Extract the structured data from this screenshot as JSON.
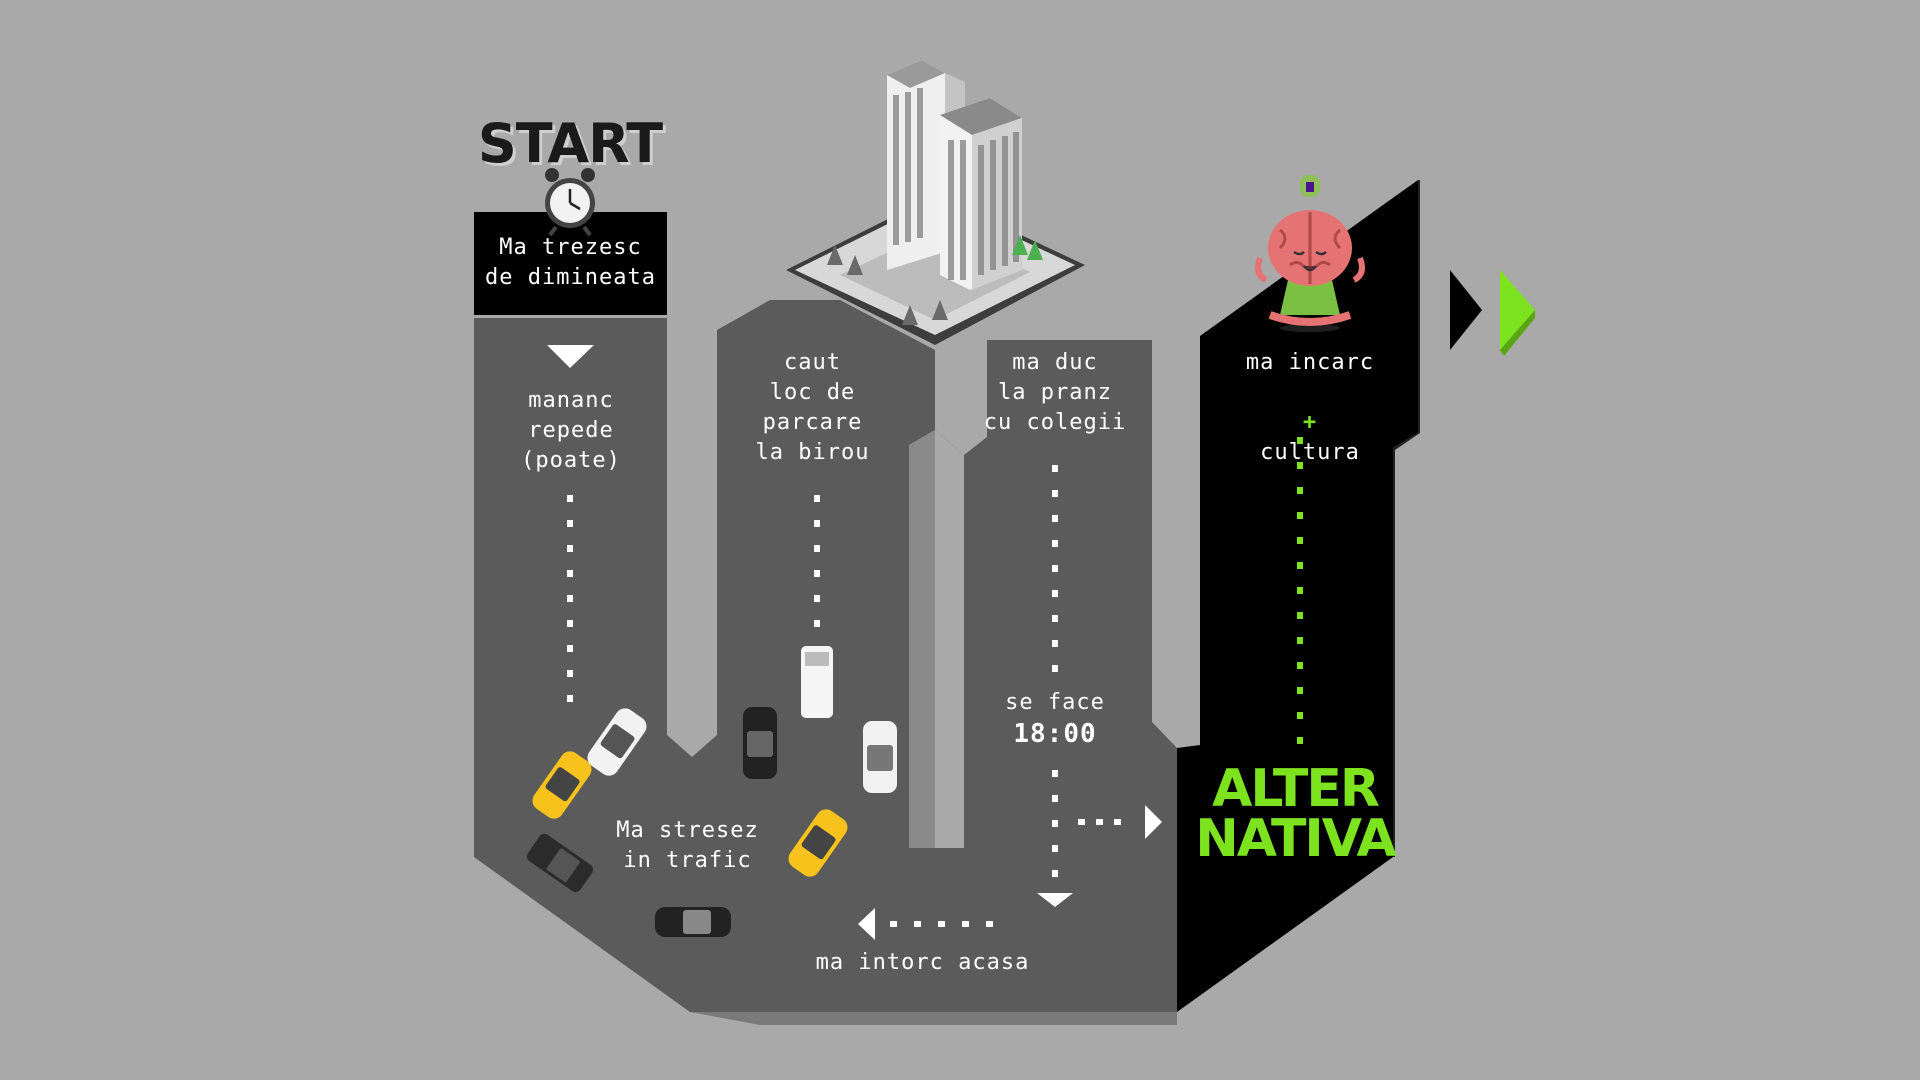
{
  "start": {
    "title": "START",
    "box_text": "Ma trezesc\nde dimineata"
  },
  "steps": {
    "eat": "mananс\nrepede\n(poate)",
    "parking": "caut\nloc de\nparcare\nla birou",
    "lunch": "ma duc\nla pranz\ncu colegii",
    "evening_prefix": "se face",
    "evening_time": "18:00",
    "traffic": "Ma stresez\nin trafic",
    "home": "ma intorc acasa",
    "charge_line1": "ma incarc",
    "charge_plus": "+",
    "charge_line2": "cultura"
  },
  "alternativa": {
    "line1": "ALTER",
    "line2": "NATIVA"
  },
  "icons": [
    "alarm-clock-icon",
    "office-building-icon",
    "brain-meditating-icon",
    "car-icon",
    "taxi-icon",
    "ambulance-icon",
    "arrow-icon"
  ],
  "colors": {
    "background": "#a9a9a9",
    "road": "#5b5b5b",
    "road_alt": "#000000",
    "accent": "#7de31f",
    "dots": "#ffffff"
  }
}
